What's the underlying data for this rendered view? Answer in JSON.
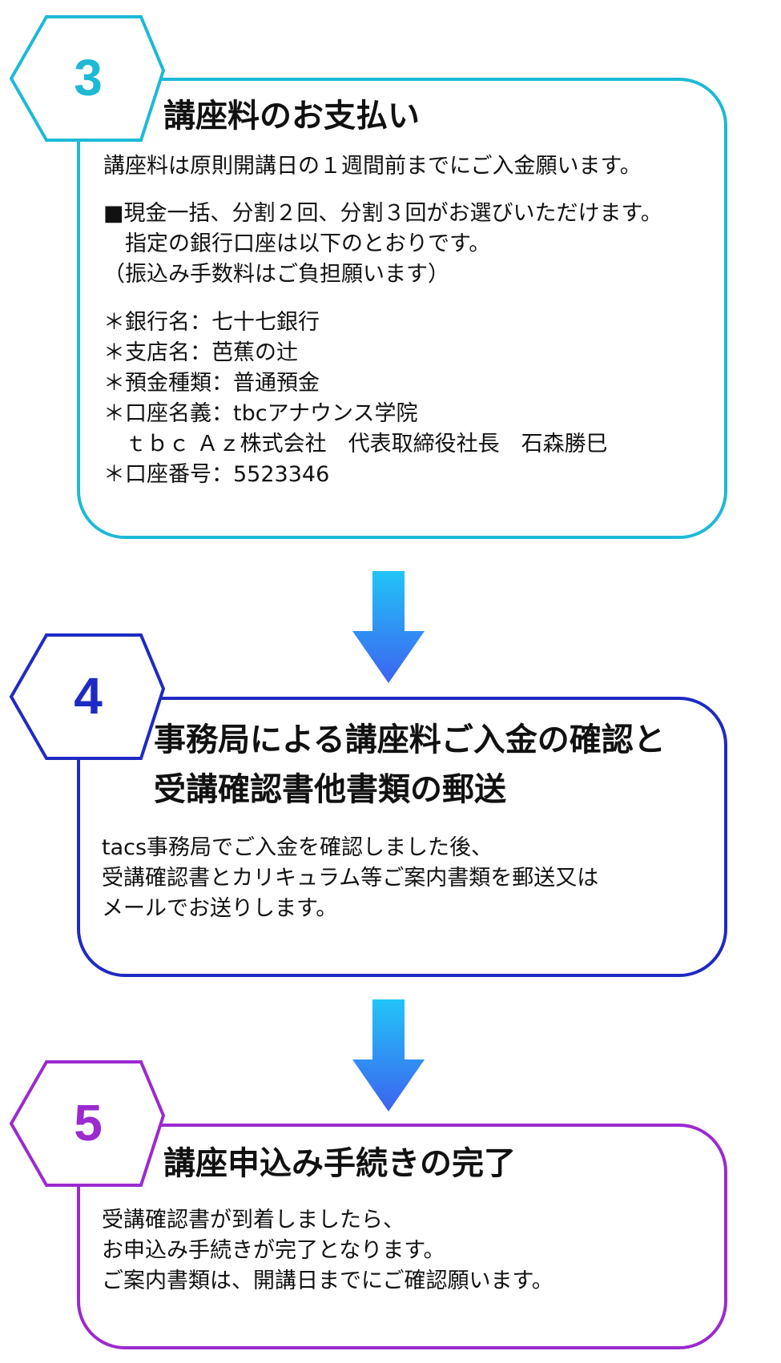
{
  "steps": [
    {
      "number": "3",
      "color": "#1DB9D6",
      "title": [
        "講座料のお支払い"
      ],
      "p1": "講座料は原則開講日の１週間前までにご入金願います。",
      "p2": [
        "■現金一括、分割２回、分割３回がお選びいただけます。",
        "　指定の銀行口座は以下のとおりです。",
        "（振込み手数料はご負担願います）"
      ],
      "bank": [
        "＊銀行名：七十七銀行",
        "＊支店名：芭蕉の辻",
        "＊預金種類：普通預金",
        "＊口座名義：tbcアナウンス学院",
        "　ｔｂｃ Ａｚ株式会社　代表取締役社長　石森勝巳",
        "＊口座番号：5523346"
      ]
    },
    {
      "number": "4",
      "color": "#1F2AC4",
      "title": [
        "事務局による講座料ご入金の確認と",
        "受講確認書他書類の郵送"
      ],
      "body": [
        "tacs事務局でご入金を確認しました後、",
        "受講確認書とカリキュラム等ご案内書類を郵送又は",
        "メールでお送りします。"
      ]
    },
    {
      "number": "5",
      "color": "#9B2ACF",
      "title": [
        "講座申込み手続きの完了"
      ],
      "body": [
        "受講確認書が到着しましたら、",
        "お申込み手続きが完了となります。",
        "ご案内書類は、開講日までにご確認願います。"
      ]
    }
  ],
  "arrow_colors": {
    "top": "#2FB6F5",
    "bottom": "#3A6DF2"
  }
}
